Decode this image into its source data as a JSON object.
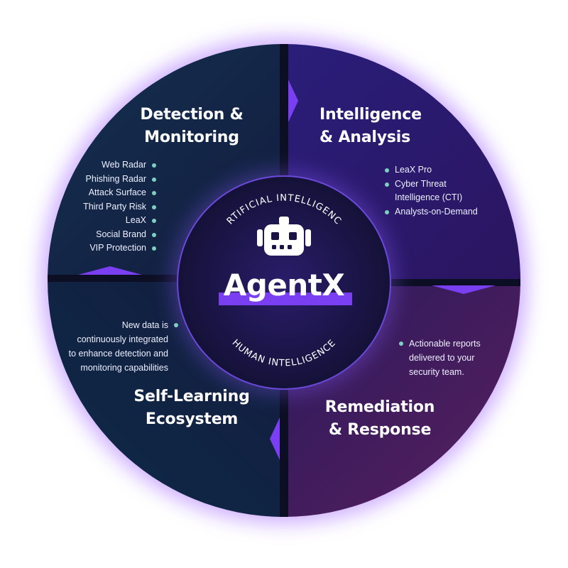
{
  "center": {
    "brand": "AgentX",
    "top_arc": "ARTIFICIAL INTELLIGENCE",
    "bottom_arc": "HUMAN INTELLIGENCE",
    "icon": "robot-icon"
  },
  "quadrants": {
    "detection": {
      "title_line1": "Detection &",
      "title_line2": "Monitoring",
      "items": [
        "Web Radar",
        "Phishing Radar",
        "Attack Surface",
        "Third Party Risk",
        "LeaX",
        "Social Brand",
        "VIP Protection"
      ]
    },
    "intelligence": {
      "title_line1": "Intelligence",
      "title_line2": "& Analysis",
      "items": [
        {
          "line1": "LeaX Pro"
        },
        {
          "line1": "Cyber Threat",
          "line2": "Intelligence (CTI)"
        },
        {
          "line1": "Analysts-on-Demand"
        }
      ]
    },
    "self_learning": {
      "title_line1": "Self-Learning",
      "title_line2": "Ecosystem",
      "text_lines": [
        "New data is",
        "continuously integrated",
        "to enhance detection and",
        "monitoring capabilities"
      ]
    },
    "remediation": {
      "title_line1": "Remediation",
      "title_line2": "& Response",
      "text_lines": [
        "Actionable reports",
        "delivered to your",
        "security team."
      ]
    }
  },
  "colors": {
    "accent": "#7b3ff2",
    "bullet": "#7ecfc2",
    "glow": "#a46bff"
  }
}
